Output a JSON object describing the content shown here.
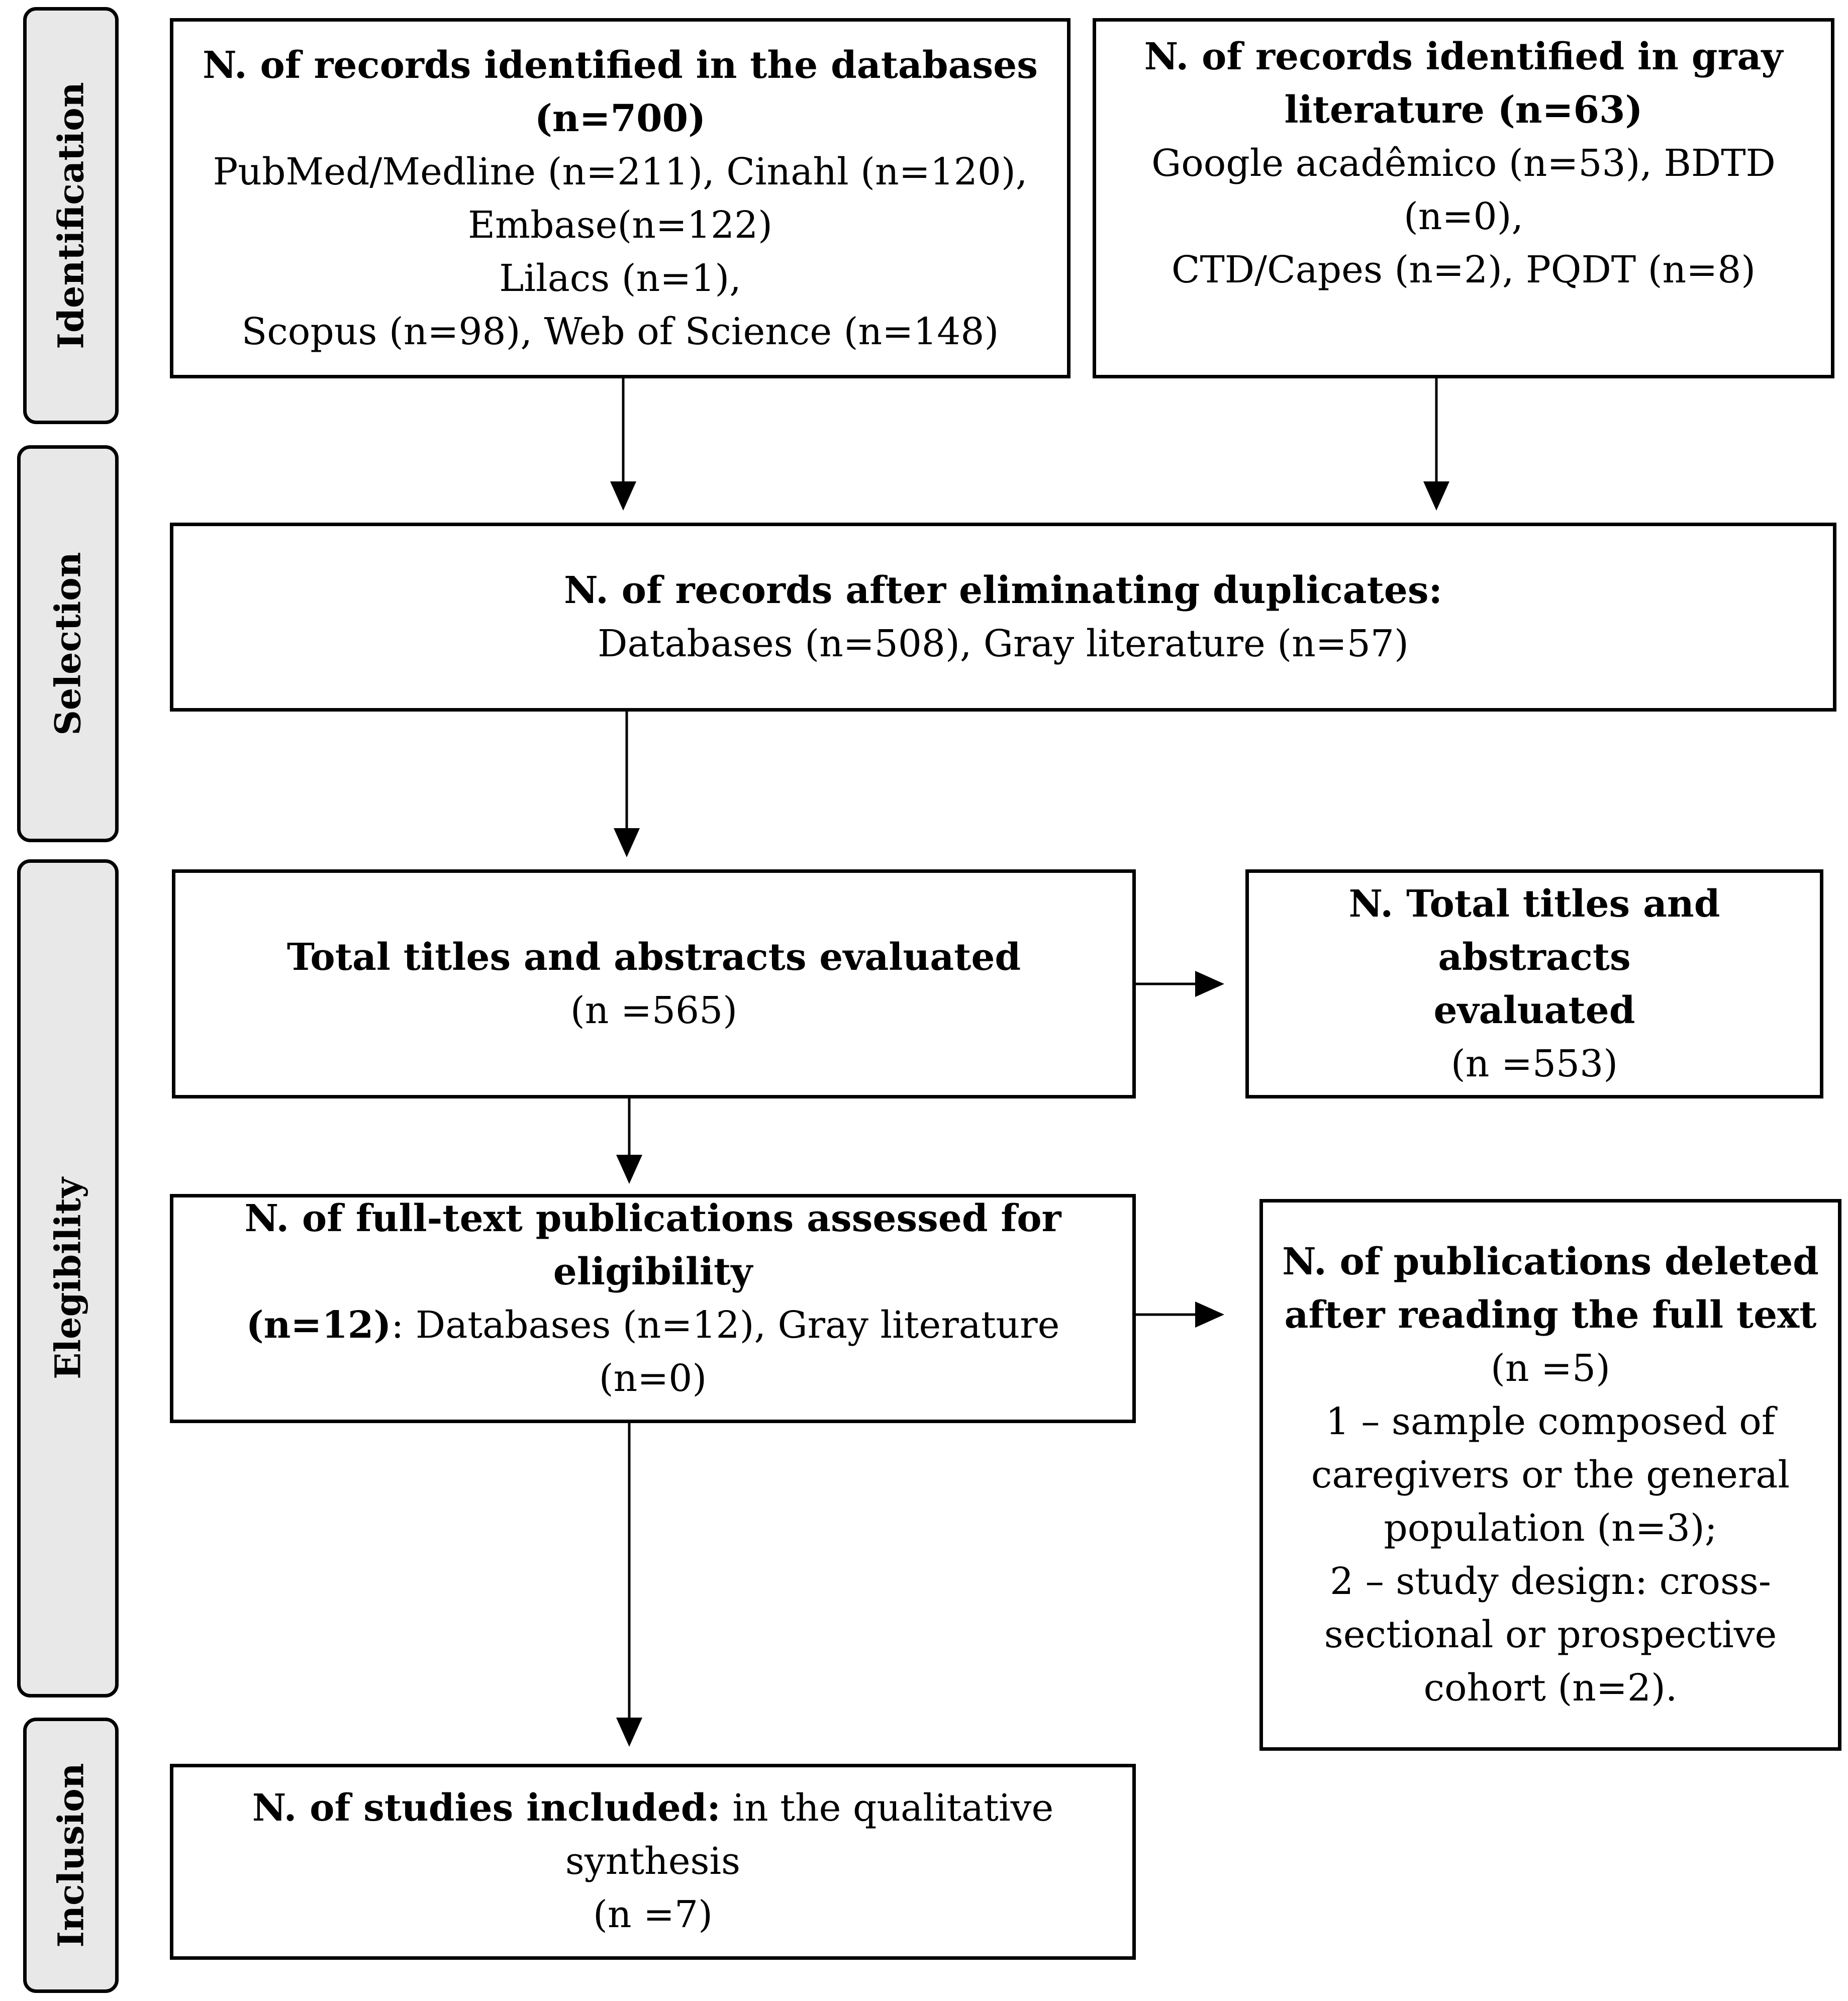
{
  "phases": {
    "identification": "Identification",
    "selection": "Selection",
    "elegibility": "Elegibility",
    "inclusion": "Inclusion"
  },
  "boxes": {
    "databases": {
      "title_line1": "N. of records identified in the databases",
      "title_line2": "(n=700)",
      "lines": [
        "PubMed/Medline (n=211), Cinahl (n=120),",
        "Embase(n=122)",
        "Lilacs (n=1),",
        "Scopus (n=98), Web of Science (n=148)"
      ]
    },
    "gray": {
      "title_line1": "N. of records identified in gray",
      "title_line2": "literature (n=63)",
      "lines": [
        "Google acadêmico (n=53), BDTD",
        "(n=0),",
        "CTD/Capes (n=2), PQDT (n=8)"
      ]
    },
    "duplicates": {
      "title": "N. of records after eliminating duplicates:",
      "text": "Databases (n=508), Gray literature (n=57)"
    },
    "titles_evaluated": {
      "title": "Total titles and abstracts evaluated",
      "text": "(n =565)"
    },
    "titles_excluded": {
      "title_line1": "N. Total titles and abstracts",
      "title_line2": "evaluated",
      "text": "(n =553)"
    },
    "fulltext": {
      "title": "N. of full-text publications assessed for eligibility",
      "bold_prefix": "(n=12)",
      "text": ": Databases (n=12), Gray literature (n=0)"
    },
    "deleted": {
      "title_line1": "N. of publications deleted",
      "title_line2": "after reading the full text",
      "lines": [
        "(n =5)",
        "1 – sample composed of",
        "caregivers or the general",
        "population (n=3);",
        "2 – study design: cross-",
        "sectional or prospective",
        "cohort (n=2)."
      ]
    },
    "included": {
      "title": "N. of studies included:",
      "text": " in the qualitative synthesis",
      "count": "(n =7)"
    }
  }
}
